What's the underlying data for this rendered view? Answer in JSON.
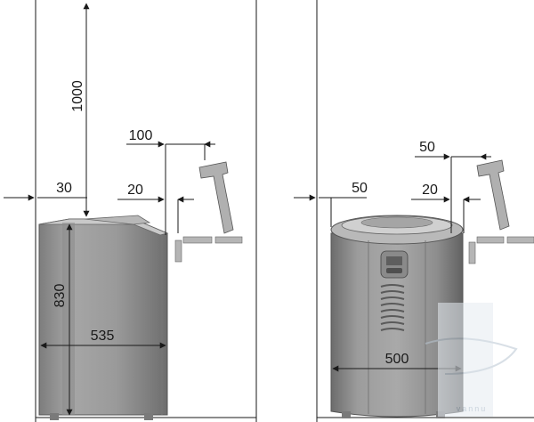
{
  "left_diagram": {
    "dim_height_wall": "1000",
    "dim_side_clearance": "30",
    "dim_rail_offset": "100",
    "dim_gap": "20",
    "dim_heater_height": "830",
    "dim_heater_depth": "535"
  },
  "right_diagram": {
    "dim_side_clearance": "50",
    "dim_rail_offset": "50",
    "dim_gap": "20",
    "dim_heater_width": "500"
  },
  "watermark": {
    "text": "vannu"
  },
  "colors": {
    "heater_body": "#9a9a9a",
    "heater_dark": "#6f6f6f",
    "heater_light": "#c4c4c4",
    "line": "#1a1a1a",
    "rail": "#a8a8a8",
    "watermark": "#cfd9e3"
  }
}
